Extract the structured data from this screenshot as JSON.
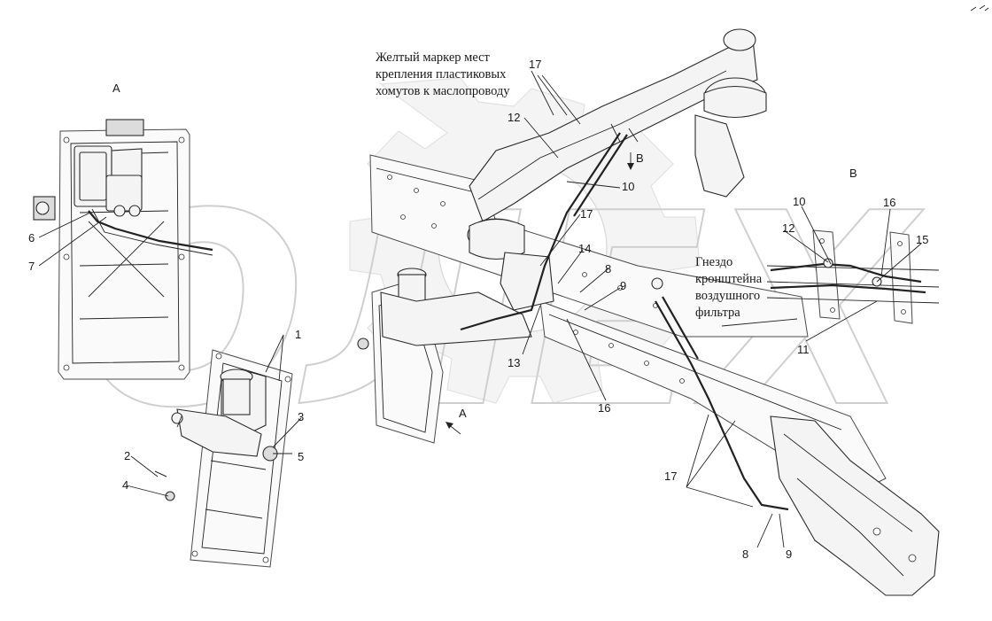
{
  "diagram": {
    "views": {
      "view_a": "А",
      "view_b": "В",
      "arrow_a": "А",
      "arrow_b": "В"
    },
    "notes": {
      "marker": [
        "Желтый маркер мест",
        "крепления пластиковых",
        "хомутов к маслопроводу"
      ],
      "socket": [
        "Гнездо",
        "кронштейна",
        "воздушного",
        "фильтра"
      ]
    },
    "callouts": {
      "c1": "1",
      "c2": "2",
      "c3": "3",
      "c4": "4",
      "c5": "5",
      "c6": "6",
      "c7": "7",
      "c8a": "8",
      "c8b": "8",
      "c9a": "9",
      "c9b": "9",
      "c10a": "10",
      "c10b": "10",
      "c11": "11",
      "c12a": "12",
      "c12b": "12",
      "c13": "13",
      "c14": "14",
      "c15": "15",
      "c16a": "16",
      "c16b": "16",
      "c17a": "17",
      "c17b": "17",
      "c17c": "17"
    },
    "watermark": "ОЛЕХ"
  }
}
